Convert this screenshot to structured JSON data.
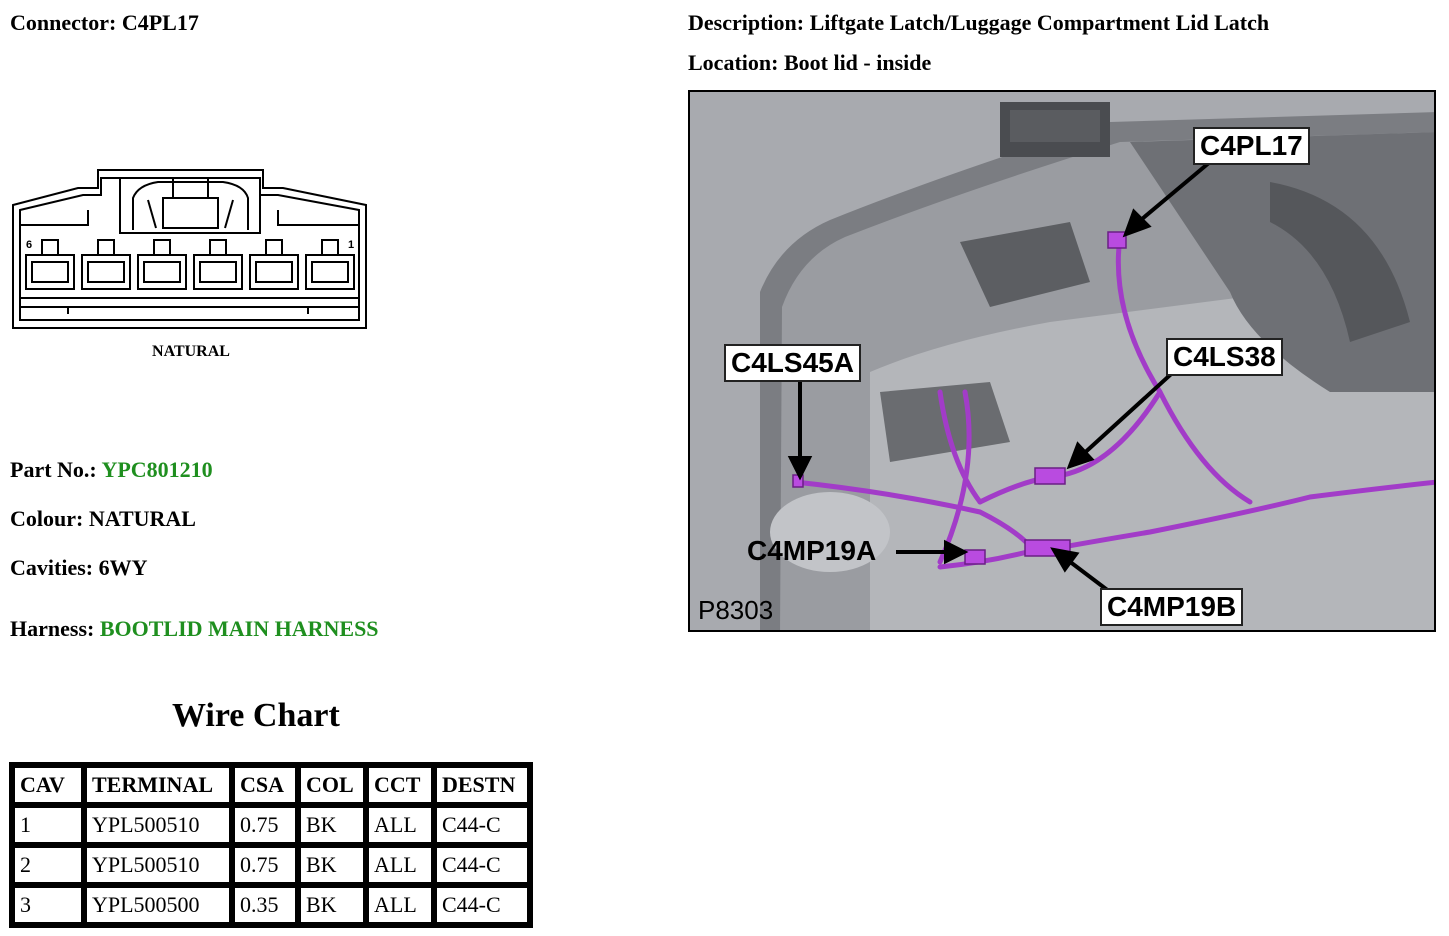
{
  "connector": {
    "label": "Connector:",
    "value": "C4PL17"
  },
  "description": {
    "label": "Description:",
    "value": "Liftgate Latch/Luggage Compartment Lid Latch"
  },
  "location": {
    "label": "Location:",
    "value": "Boot lid - inside"
  },
  "diagram": {
    "colour_text": "NATURAL",
    "pin_left": "6",
    "pin_right": "1"
  },
  "part_no": {
    "label": "Part No.:",
    "value": "YPC801210"
  },
  "colour": {
    "label": "Colour:",
    "value": "NATURAL"
  },
  "cavities": {
    "label": "Cavities:",
    "value": "6WY"
  },
  "harness": {
    "label": "Harness:",
    "value": "BOOTLID MAIN HARNESS"
  },
  "wire_chart": {
    "title": "Wire Chart",
    "headers": [
      "CAV",
      "TERMINAL",
      "CSA",
      "COL",
      "CCT",
      "DESTN"
    ],
    "rows": [
      [
        "1",
        "YPL500510",
        "0.75",
        "BK",
        "ALL",
        "C44-C"
      ],
      [
        "2",
        "YPL500510",
        "0.75",
        "BK",
        "ALL",
        "C44-C"
      ],
      [
        "3",
        "YPL500500",
        "0.35",
        "BK",
        "ALL",
        "C44-C"
      ]
    ]
  },
  "photo": {
    "callouts": [
      "C4PL17",
      "C4LS45A",
      "C4LS38",
      "C4MP19A",
      "C4MP19B"
    ],
    "code": "P8303"
  },
  "colors": {
    "link": "#1f8f1f",
    "harness": "#a23cc8",
    "panel": "#8e9096"
  }
}
